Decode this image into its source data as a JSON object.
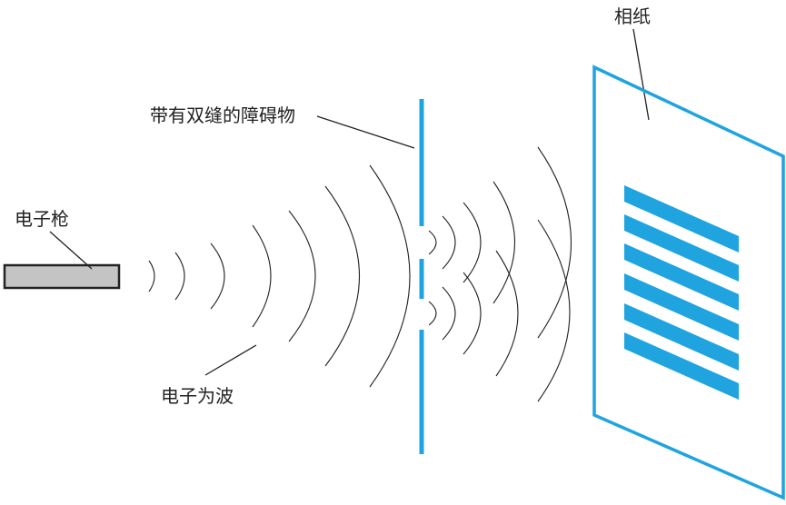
{
  "labels": {
    "electron_gun": "电子枪",
    "barrier": "带有双缝的障碍物",
    "electron_wave": "电子为波",
    "photo_paper": "相纸"
  },
  "colors": {
    "accent_blue": "#1fa4e0",
    "gun_fill": "#c4c4c4",
    "line": "#222222"
  }
}
